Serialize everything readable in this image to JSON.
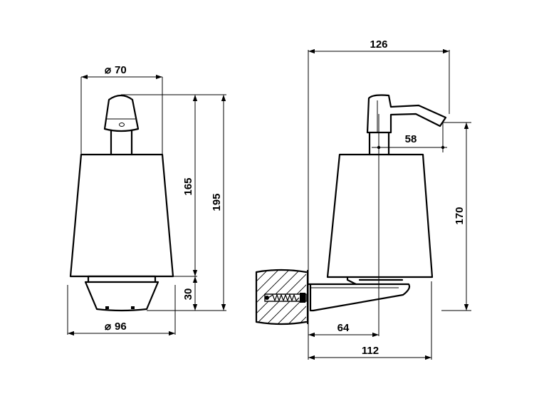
{
  "front_view": {
    "diameter_symbol": "⌀",
    "top_diameter": "70",
    "base_diameter": "96",
    "height_total": "195",
    "height_body": "165",
    "height_base": "30"
  },
  "side_view": {
    "depth_total": "126",
    "spout_offset": "58",
    "spout_height": "170",
    "wall_offset": "64",
    "projection": "112"
  },
  "colors": {
    "line": "#000000",
    "background": "#ffffff"
  }
}
